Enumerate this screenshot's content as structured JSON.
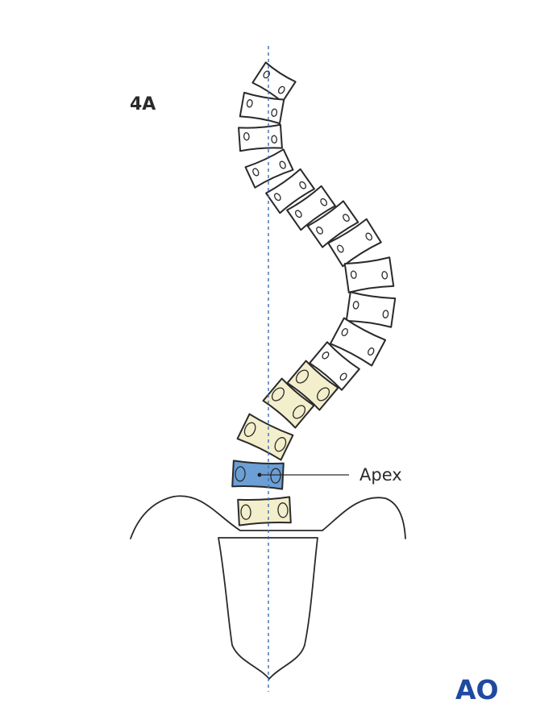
{
  "figure": {
    "label": "4A",
    "apex_label": "Apex",
    "logo_text": "AO"
  },
  "colors": {
    "outline": "#2a2a2a",
    "normal_fill": "#ffffff",
    "highlight_fill": "#f3eecb",
    "apex_fill": "#6c9fd6",
    "midline": "#3b6fb4",
    "logo": "#1f4aa0"
  },
  "vertebrae": [
    {
      "role": "normal"
    },
    {
      "role": "normal"
    },
    {
      "role": "normal"
    },
    {
      "role": "normal"
    },
    {
      "role": "normal"
    },
    {
      "role": "normal"
    },
    {
      "role": "normal"
    },
    {
      "role": "normal"
    },
    {
      "role": "normal"
    },
    {
      "role": "normal"
    },
    {
      "role": "normal"
    },
    {
      "role": "normal"
    },
    {
      "role": "normal"
    },
    {
      "role": "highlight"
    },
    {
      "role": "highlight"
    },
    {
      "role": "highlight"
    },
    {
      "role": "apex"
    },
    {
      "role": "highlight"
    }
  ]
}
